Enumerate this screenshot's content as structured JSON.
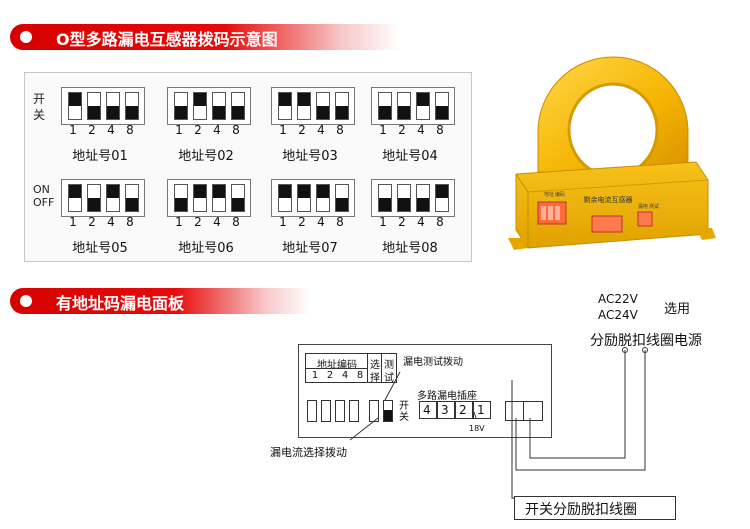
{
  "header1": {
    "title": "O型多路漏电互感器拨码示意图"
  },
  "header2": {
    "title": "有地址码漏电面板"
  },
  "dip": {
    "row_label_cn": [
      "开",
      "关"
    ],
    "row_label_en": [
      "ON",
      "OFF"
    ],
    "positions": [
      "1",
      "2",
      "4",
      "8"
    ],
    "switches": [
      {
        "label": "地址号01",
        "on": [
          true,
          false,
          false,
          false
        ]
      },
      {
        "label": "地址号02",
        "on": [
          false,
          true,
          false,
          false
        ]
      },
      {
        "label": "地址号03",
        "on": [
          true,
          true,
          false,
          false
        ]
      },
      {
        "label": "地址号04",
        "on": [
          false,
          false,
          true,
          false
        ]
      },
      {
        "label": "地址号05",
        "on": [
          true,
          false,
          true,
          false
        ]
      },
      {
        "label": "地址号06",
        "on": [
          false,
          true,
          true,
          false
        ]
      },
      {
        "label": "地址号07",
        "on": [
          true,
          true,
          true,
          false
        ]
      },
      {
        "label": "地址号08",
        "on": [
          false,
          false,
          false,
          true
        ]
      }
    ]
  },
  "sensor": {
    "name_label": "剩余电流互感器",
    "tiny_labels": [
      "地址",
      "编码",
      "漏电",
      "测试"
    ]
  },
  "panel": {
    "address_code_label": "地址编码",
    "select_label": [
      "选",
      "择"
    ],
    "test_label": [
      "测",
      "试"
    ],
    "positions": [
      "1",
      "2",
      "4",
      "8"
    ],
    "switch_label": [
      "开",
      "关"
    ],
    "test_toggle_label": "漏电测试拨动",
    "socket_label": "多路漏电插座",
    "socket_numbers": [
      "4",
      "3",
      "2",
      "1"
    ],
    "voltage_tag": "18V",
    "current_select_label": "漏电流选择拨动"
  },
  "power": {
    "line1": "AC22V",
    "line2": "AC24V",
    "select": "选用",
    "caption": "分励脱扣线圈电源"
  },
  "coil": {
    "caption": "开关分励脱扣线圈"
  }
}
